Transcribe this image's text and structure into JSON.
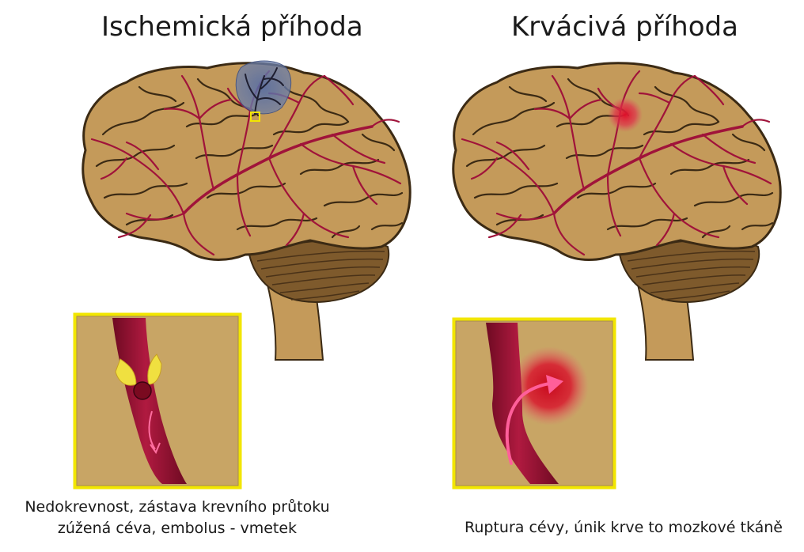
{
  "panels": {
    "left": {
      "title": "Ischemická příhoda",
      "caption_line1": "Nedokrevnost, zástava krevního průtoku",
      "caption_line2": "zúžená céva, embolus - vmetek"
    },
    "right": {
      "title": "Krvácivá příhoda",
      "caption_line1": "Ruptura cévy, únik krve to mozkové tkáně"
    }
  },
  "colors": {
    "brain": "#c49a5a",
    "brain_outline": "#3b2a14",
    "vessel": "#a0133a",
    "ischemic_zone": "#5a6fa0",
    "hemorrhage": "#e01830",
    "inset_border": "#f2e600",
    "inset_bg": "#c8a565"
  }
}
